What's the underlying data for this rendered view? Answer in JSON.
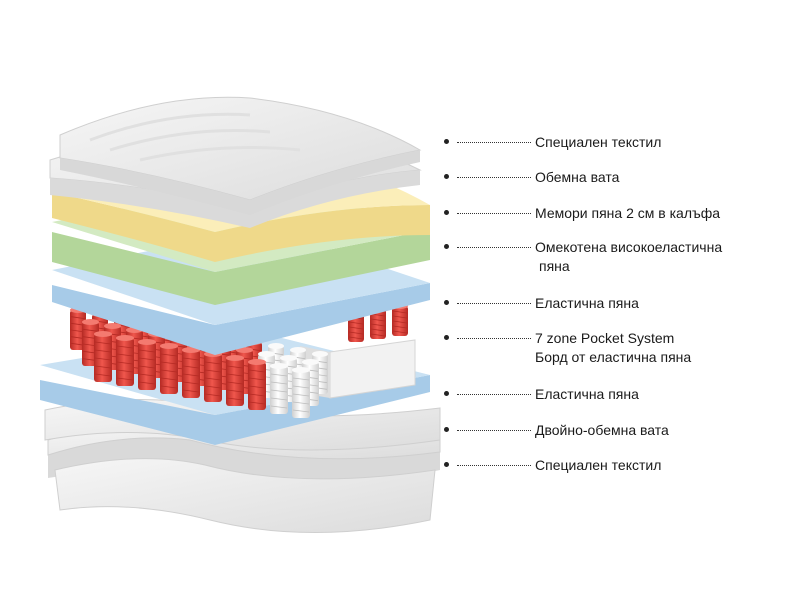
{
  "layers": [
    {
      "name": "special-textile-top",
      "label_lines": [
        "Специален текстил"
      ]
    },
    {
      "name": "volume-wadding",
      "label_lines": [
        "Обемна вата"
      ]
    },
    {
      "name": "memory-foam",
      "label_lines": [
        "Мемори пяна 2 см в калъфа"
      ]
    },
    {
      "name": "soft-high-elastic-foam",
      "label_lines": [
        "Омекотена високоеластична",
        "пяна"
      ]
    },
    {
      "name": "elastic-foam-top",
      "label_lines": [
        "Еластична пяна"
      ]
    },
    {
      "name": "pocket-system",
      "label_lines": [
        "7 zone Pocket System",
        "Борд от еластична пяна"
      ]
    },
    {
      "name": "elastic-foam-bottom",
      "label_lines": [
        "Еластична пяна"
      ]
    },
    {
      "name": "double-volume-wadding",
      "label_lines": [
        "Двойно-обемна вата"
      ]
    },
    {
      "name": "special-textile-bottom",
      "label_lines": [
        "Специален текстил"
      ]
    }
  ],
  "colors": {
    "textile": "#ececec",
    "textile_edge": "#d4d4d4",
    "memory_foam": "#fbe9a8",
    "memory_edge": "#eed67f",
    "green_foam": "#c9e3b4",
    "green_edge": "#a9cf90",
    "blue_foam": "#bcd9ef",
    "blue_edge": "#97c0e0",
    "spring_red": "#e2453c",
    "spring_dark": "#b52a24",
    "spring_white": "#f5f5f5"
  }
}
